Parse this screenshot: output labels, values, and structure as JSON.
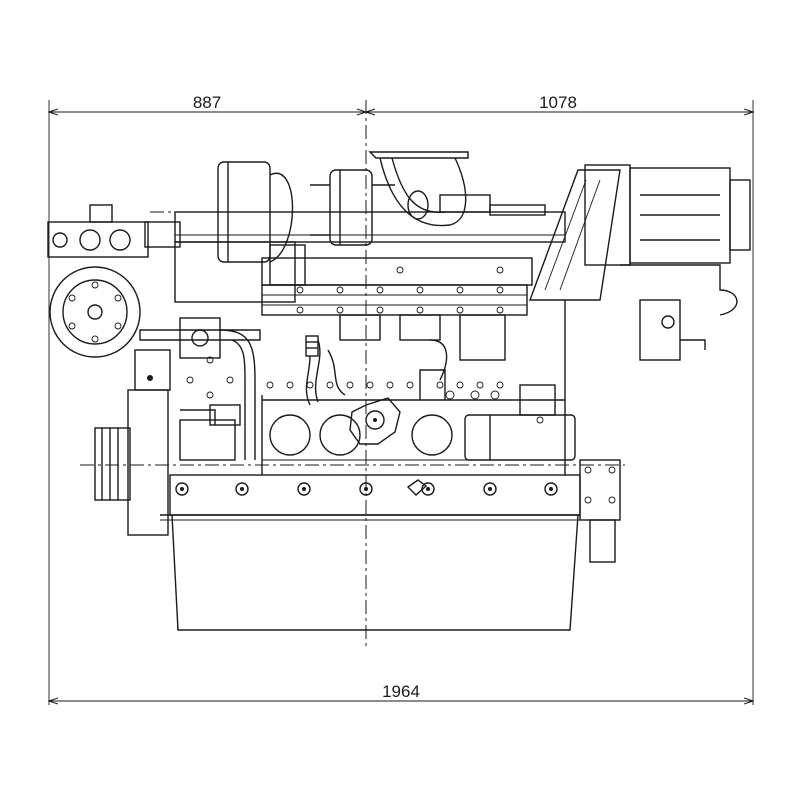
{
  "dimensions": {
    "left_width": "887",
    "right_width": "1078",
    "overall_length": "1964"
  }
}
